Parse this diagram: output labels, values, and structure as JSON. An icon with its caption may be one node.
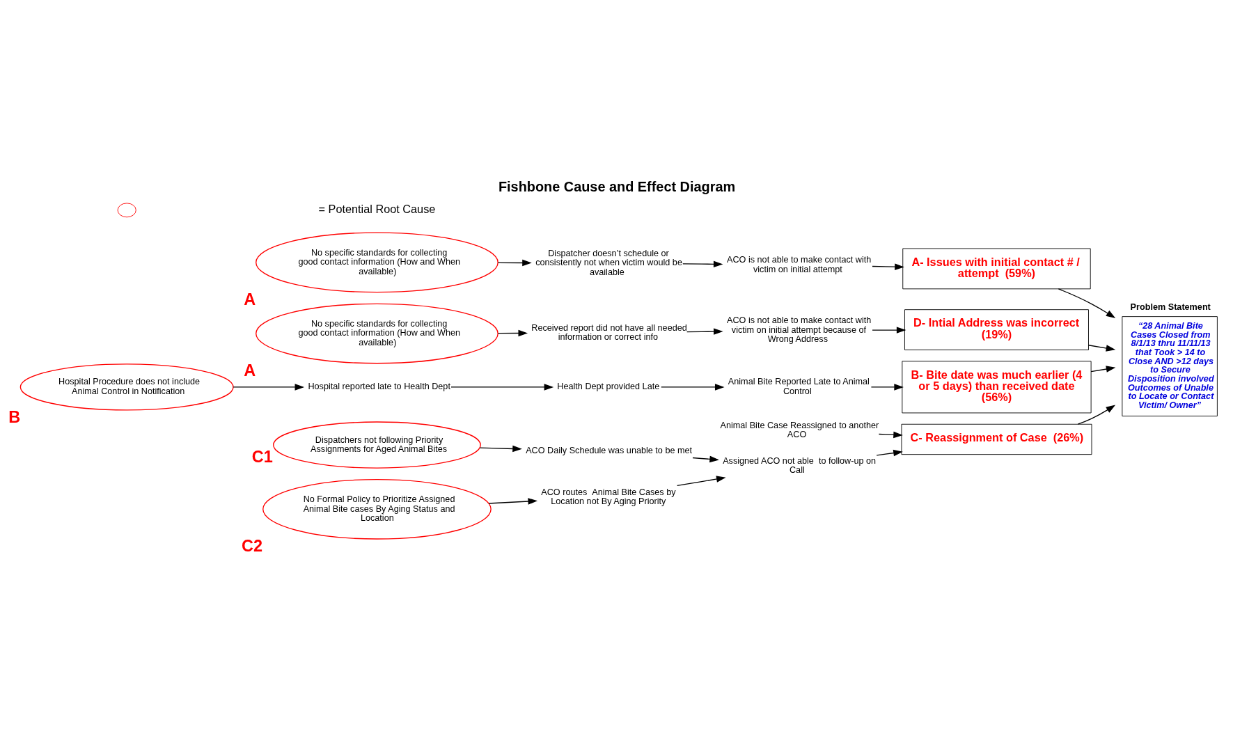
{
  "diagram": {
    "title": "Fishbone Cause and Effect Diagram",
    "nodes": [
      {
        "text": [
          "C- Reassignment of Case  (26%)"
        ]
      },
      {
        "text": [
          "A- Issues with initial contact # / attempt  (59%)"
        ]
      },
      {
        "text": [
          "D- Intial Address was incorrect  (19%)"
        ]
      },
      {
        "text": [
          "B- Bite date was much earlier (4 or 5 days) than received date  (56%)"
        ]
      },
      {
        "text": [
          "Problem Statement",
          "“28 Animal Bite Cases Closed from 8/1/13 thru 11/11/13 that Took > 14 to Close AND >12 days to Secure Disposition involved Outcomes of Unable to Locate or Contact Victim/ Owner”"
        ]
      },
      {
        "text": [
          "Animal Bite Case Reassigned to another ACO"
        ]
      },
      {
        "text": [
          "Assigned ACO not able  to follow-up on Call"
        ]
      },
      {
        "text": [
          "ACO Daily Schedule was unable to be met"
        ]
      },
      {
        "text": [
          "Dispatchers not following Priority Assignments for Aged Animal Bites"
        ],
        "beside": [
          "C1"
        ]
      },
      {
        "text": [
          "ACO routes  Animal Bite Cases by Location not By Aging Priority"
        ]
      },
      {
        "text": [
          "No Formal Policy to Prioritize Assigned Animal Bite cases By Aging Status and Location"
        ],
        "beside": [
          "C2"
        ]
      },
      {
        "text": [
          "ACO is not able to make contact with victim on initial attempt"
        ]
      },
      {
        "text": [
          "Dispatcher doesn’t schedule or consistently not when victim would be available"
        ]
      },
      {
        "text": [
          "No specific standards for collecting good contact information (How and When available)"
        ],
        "beside": [
          "A"
        ]
      },
      {
        "text": [
          "ACO is not able to make contact with victim on initial attempt because of Wrong Address"
        ]
      },
      {
        "text": [
          "Received report did not have all needed information or correct info"
        ]
      },
      {
        "text": [
          "No specific standards for collecting good contact information (How and When available)"
        ],
        "beside": [
          "A"
        ]
      },
      {
        "text": [
          "Animal Bite Reported Late to Animal Control"
        ]
      },
      {
        "text": [
          "Health Dept provided Late"
        ]
      },
      {
        "text": [
          "Hospital reported late to Health Dept"
        ]
      },
      {
        "text": [
          "Hospital Procedure does not include Animal Control in Notification"
        ],
        "beside": [
          "B"
        ]
      }
    ],
    "edges": [
      {
        "from": 0,
        "to": 4,
        "arrow": "to"
      },
      {
        "from": 1,
        "to": 4,
        "arrow": "to"
      },
      {
        "from": 2,
        "to": 4,
        "arrow": "to"
      },
      {
        "from": 3,
        "to": 4,
        "arrow": "to"
      },
      {
        "from": 5,
        "to": 0,
        "arrow": "to"
      },
      {
        "from": 6,
        "to": 0,
        "arrow": "to"
      },
      {
        "from": 7,
        "to": 6,
        "arrow": "to"
      },
      {
        "from": 8,
        "to": 7,
        "arrow": "to"
      },
      {
        "from": 9,
        "to": 6,
        "arrow": "to"
      },
      {
        "from": 10,
        "to": 9,
        "arrow": "to"
      },
      {
        "from": 11,
        "to": 1,
        "arrow": "to"
      },
      {
        "from": 12,
        "to": 11,
        "arrow": "to"
      },
      {
        "from": 13,
        "to": 12,
        "arrow": "to"
      },
      {
        "from": 14,
        "to": 2,
        "arrow": "to"
      },
      {
        "from": 15,
        "to": 14,
        "arrow": "to"
      },
      {
        "from": 16,
        "to": 15,
        "arrow": "to"
      },
      {
        "from": 17,
        "to": 3,
        "arrow": "to"
      },
      {
        "from": 18,
        "to": 17,
        "arrow": "to"
      },
      {
        "from": 19,
        "to": 18,
        "arrow": "to"
      },
      {
        "from": 20,
        "to": 19,
        "arrow": "to"
      }
    ],
    "legend": [
      {
        "text": "= Potential Root Cause"
      }
    ]
  }
}
